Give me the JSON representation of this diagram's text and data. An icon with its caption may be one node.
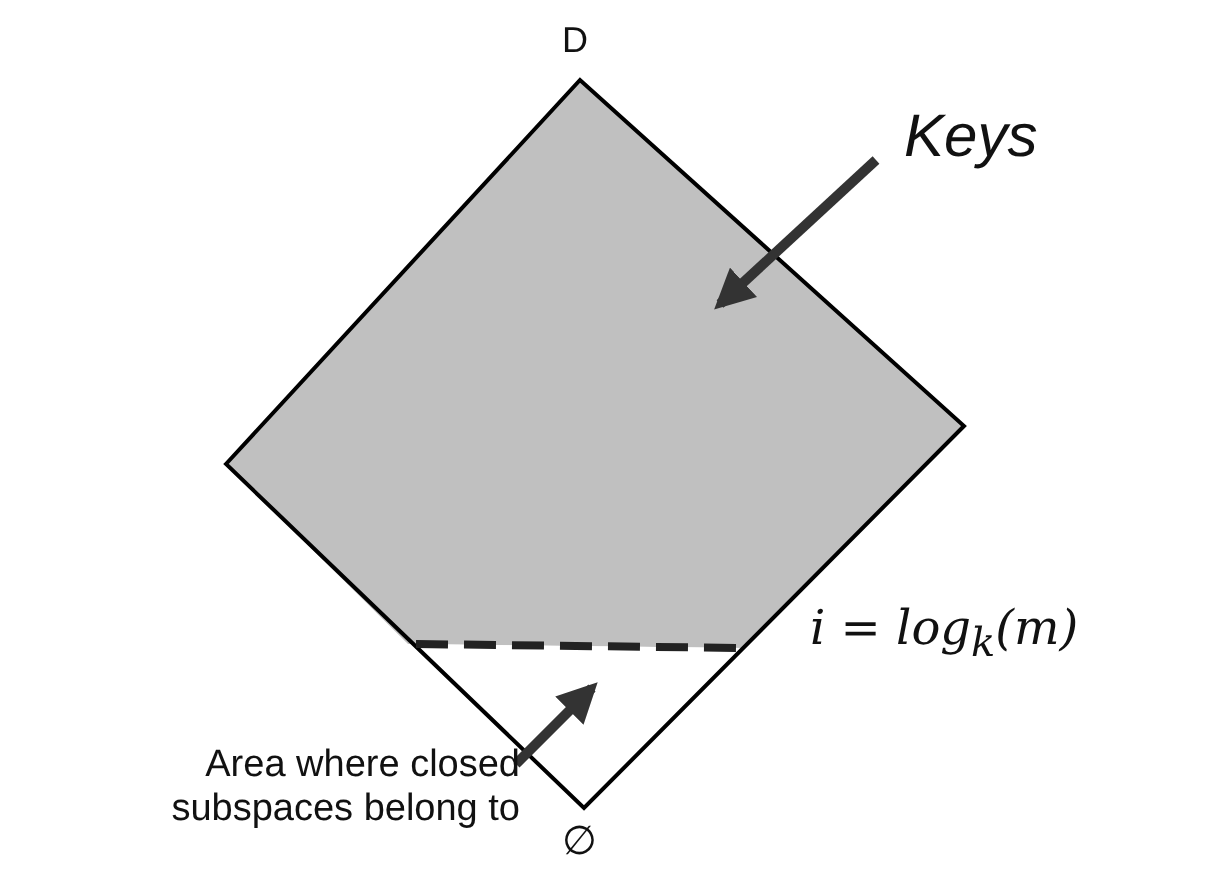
{
  "diagram": {
    "nodes": [
      {
        "text": [
          "Keys"
        ]
      },
      {
        "text": [],
        "shape": "picture"
      },
      {
        "text": [
          "Area where closed subspaces belong to"
        ]
      },
      {
        "text": [],
        "shape": "picture"
      }
    ],
    "edges": [
      {
        "from": 0,
        "to": 1,
        "arrow": "to"
      },
      {
        "from": 2,
        "to": 3,
        "arrow": "to"
      }
    ],
    "labels": [
      "D",
      "i = log$_{k}$(m)",
      "∅"
    ]
  }
}
